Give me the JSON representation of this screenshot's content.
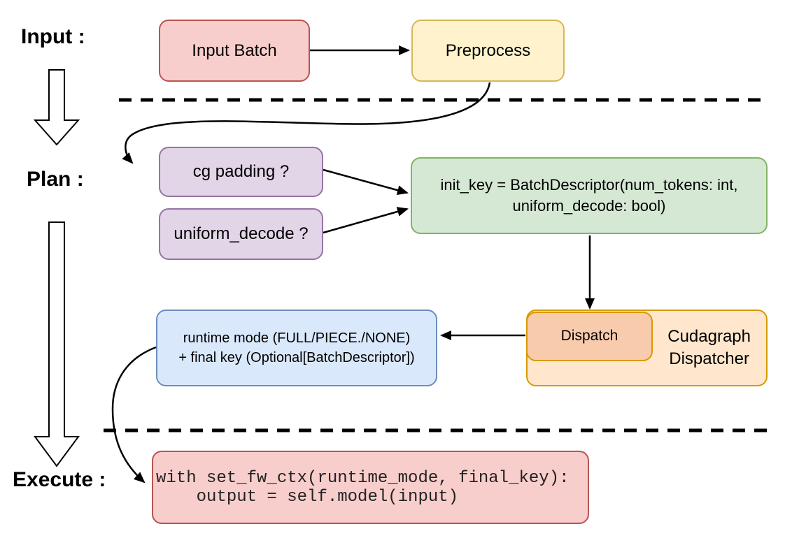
{
  "labels": {
    "input": "Input :",
    "plan": "Plan :",
    "execute": "Execute :"
  },
  "boxes": {
    "input_batch": {
      "label": "Input Batch",
      "fill": "#f8cecc",
      "stroke": "#b85450"
    },
    "preprocess": {
      "label": "Preprocess",
      "fill": "#fff2cc",
      "stroke": "#d6b656"
    },
    "cg_padding": {
      "label": "cg padding ?",
      "fill": "#e1d5e7",
      "stroke": "#9673a6"
    },
    "uniform_decode": {
      "label": "uniform_decode ?",
      "fill": "#e1d5e7",
      "stroke": "#9673a6"
    },
    "init_key": {
      "line1": "init_key = BatchDescriptor(num_tokens: int,",
      "line2": "uniform_decode: bool)",
      "fill": "#d5e8d4",
      "stroke": "#82b366"
    },
    "runtime_mode": {
      "line1": "runtime mode (FULL/PIECE./NONE)",
      "line2": "+ final key (Optional[BatchDescriptor])",
      "fill": "#dae8fc",
      "stroke": "#6c8ebf"
    },
    "dispatch": {
      "label": "Dispatch",
      "fill": "#f8cbad",
      "stroke": "#d79b00"
    },
    "cudagraph_dispatcher": {
      "line1": "Cudagraph",
      "line2": "Dispatcher",
      "fill": "#ffe6cc",
      "stroke": "#d79b00"
    },
    "execute_code": {
      "line1": "with set_fw_ctx(runtime_mode, final_key):",
      "line2": "    output = self.model(input)",
      "fill": "#f8cecc",
      "stroke": "#b85450"
    }
  },
  "connector_color": "#000000"
}
